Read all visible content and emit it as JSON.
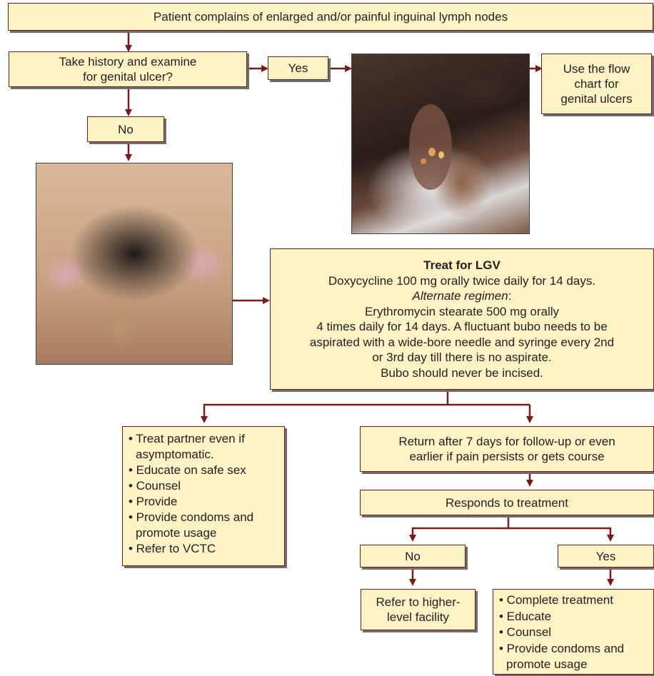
{
  "start": "Patient complains of enlarged and/or painful inguinal lymph nodes",
  "history": {
    "line1": "Take history and examine",
    "line2": "for genital ulcer?"
  },
  "yes_label": "Yes",
  "no_label": "No",
  "ulcer_flow": {
    "line1": "Use the flow",
    "line2": "chart for",
    "line3": "genital ulcers"
  },
  "treat": {
    "title": "Treat for LGV",
    "line1": "Doxycycline 100 mg orally twice daily for 14 days.",
    "alt": "Alternate regimen",
    "alt_colon": ":",
    "line2": "Erythromycin stearate 500 mg orally",
    "line3": "4 times daily for 14 days. A fluctuant bubo needs to be",
    "line4": "aspirated with a wide-bore needle and syringe every 2nd",
    "line5": "or 3rd day till there is no aspirate.",
    "line6": "Bubo should never be incised."
  },
  "partner_list": [
    "• Treat partner even if",
    "asymptomatic.",
    "• Educate on safe sex",
    "• Counsel",
    "• Provide",
    "• Provide condoms and",
    "promote usage",
    "• Refer to VCTC"
  ],
  "return": {
    "line1": "Return after 7 days for follow-up or even",
    "line2": "earlier if pain persists or gets course"
  },
  "responds": "Responds to treatment",
  "resp_no": "No",
  "resp_yes": "Yes",
  "refer": {
    "line1": "Refer to higher-",
    "line2": "level facility"
  },
  "complete_list": [
    "• Complete treatment",
    "• Educate",
    "• Counsel",
    "• Provide condoms and",
    "promote usage"
  ],
  "colors": {
    "box_fill": "#fdf3c4",
    "line": "#7a1a1a"
  }
}
